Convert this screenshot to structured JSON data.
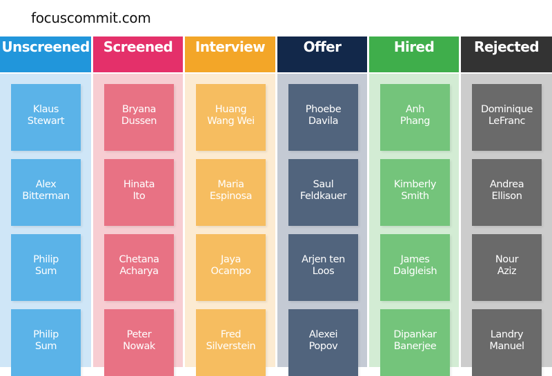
{
  "site": {
    "label": "focuscommit.com"
  },
  "board": {
    "columns": [
      {
        "id": "unscreened",
        "title": "Unscreened",
        "header_color": "#2196db",
        "body_color": "#cfe6f7",
        "card_color": "#5bb3e8",
        "cards": [
          {
            "first": "Klaus",
            "last": "Stewart"
          },
          {
            "first": "Alex",
            "last": "Bitterman"
          },
          {
            "first": "Philip",
            "last": "Sum"
          },
          {
            "first": "Philip",
            "last": "Sum"
          }
        ]
      },
      {
        "id": "screened",
        "title": "Screened",
        "header_color": "#e4306a",
        "body_color": "#f7cdd2",
        "card_color": "#e87284",
        "cards": [
          {
            "first": "Bryana",
            "last": "Dussen"
          },
          {
            "first": "Hinata",
            "last": "Ito"
          },
          {
            "first": "Chetana",
            "last": "Acharya"
          },
          {
            "first": "Peter",
            "last": "Nowak"
          }
        ]
      },
      {
        "id": "interview",
        "title": "Interview",
        "header_color": "#f3a628",
        "body_color": "#fcebd2",
        "card_color": "#f6bd60",
        "cards": [
          {
            "first": "Huang",
            "last": "Wang Wei"
          },
          {
            "first": "Maria",
            "last": "Espinosa"
          },
          {
            "first": "Jaya",
            "last": "Ocampo"
          },
          {
            "first": "Fred",
            "last": "Silverstein"
          }
        ]
      },
      {
        "id": "offer",
        "title": "Offer",
        "header_color": "#12284a",
        "body_color": "#c4cad4",
        "card_color": "#51647d",
        "cards": [
          {
            "first": "Phoebe",
            "last": "Davila"
          },
          {
            "first": "Saul",
            "last": "Feldkauer"
          },
          {
            "first": "Arjen ten",
            "last": "Loos"
          },
          {
            "first": "Alexei",
            "last": "Popov"
          }
        ]
      },
      {
        "id": "hired",
        "title": "Hired",
        "header_color": "#3fae4b",
        "body_color": "#d3ecd4",
        "card_color": "#74c47b",
        "cards": [
          {
            "first": "Anh",
            "last": "Phang"
          },
          {
            "first": "Kimberly",
            "last": "Smith"
          },
          {
            "first": "James",
            "last": "Dalgleish"
          },
          {
            "first": "Dipankar",
            "last": "Banerjee"
          }
        ]
      },
      {
        "id": "rejected",
        "title": "Rejected",
        "header_color": "#333333",
        "body_color": "#cccccc",
        "card_color": "#6a6a6a",
        "cards": [
          {
            "first": "Dominique",
            "last": "LeFranc"
          },
          {
            "first": "Andrea",
            "last": "Ellison"
          },
          {
            "first": "Nour",
            "last": "Aziz"
          },
          {
            "first": "Landry",
            "last": "Manuel"
          }
        ]
      }
    ]
  }
}
